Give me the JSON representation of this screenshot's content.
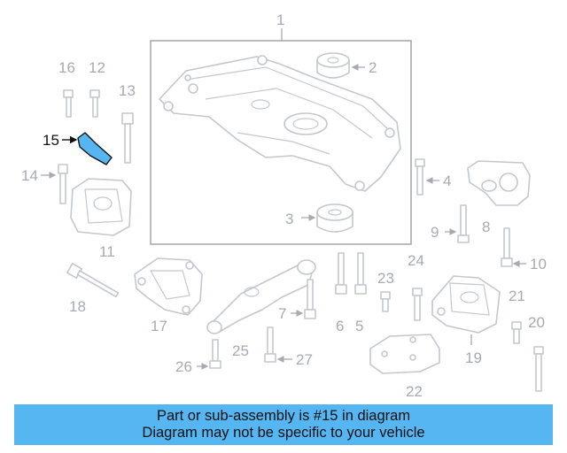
{
  "callouts": {
    "c1": "1",
    "c2": "2",
    "c3": "3",
    "c4": "4",
    "c5": "5",
    "c6": "6",
    "c7": "7",
    "c8": "8",
    "c9": "9",
    "c10": "10",
    "c11": "11",
    "c12": "12",
    "c13": "13",
    "c14": "14",
    "c15": "15",
    "c16": "16",
    "c17": "17",
    "c18": "18",
    "c19": "19",
    "c20": "20",
    "c21": "21",
    "c22": "22",
    "c23": "23",
    "c24": "24",
    "c25": "25",
    "c26": "26",
    "c27": "27"
  },
  "highlight": {
    "part_number": "15",
    "color": "#56b6f1"
  },
  "banner": {
    "line1": "Part or sub-assembly is #15 in diagram",
    "line2": "Diagram may not be specific to your vehicle",
    "background": "#56b6f1"
  }
}
